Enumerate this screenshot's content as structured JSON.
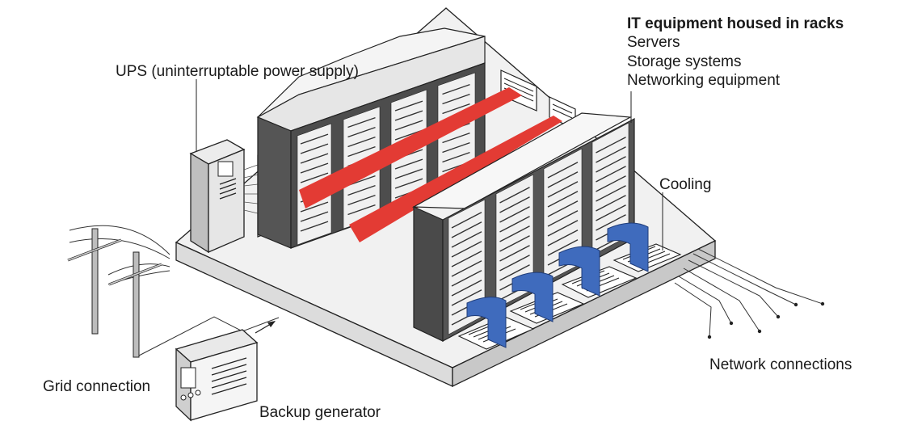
{
  "labels": {
    "it_equipment_title": "IT equipment housed in racks",
    "it_equipment_items": [
      "Servers",
      "Storage systems",
      "Networking equipment"
    ],
    "ups": "UPS (uninterruptable power supply)",
    "cooling": "Cooling",
    "network_connections": "Network connections",
    "grid_connection": "Grid connection",
    "backup_generator": "Backup generator"
  },
  "colors": {
    "rack_dark": "#4a4a4a",
    "rack_light": "#f4f4f4",
    "hot_aisle_red": "#e33b34",
    "cooling_blue": "#3f6bbd",
    "floor": "#f2f2f2",
    "outline": "#222222"
  }
}
